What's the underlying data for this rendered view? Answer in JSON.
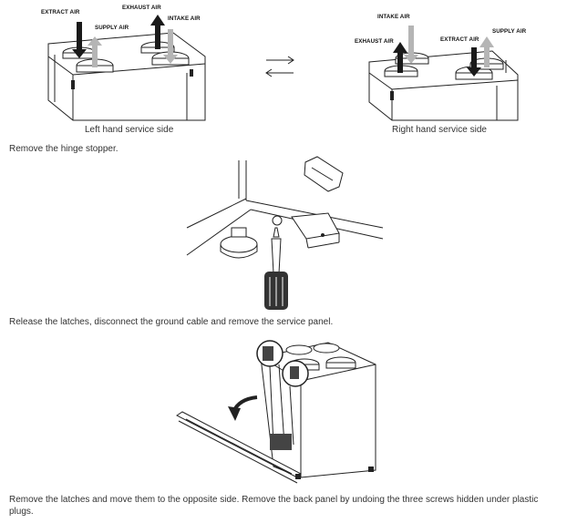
{
  "figure1": {
    "left": {
      "labels": {
        "extract_air": "EXTRACT AIR",
        "exhaust_air": "EXHAUST AIR",
        "supply_air": "SUPPLY AIR",
        "intake_air": "INTAKE AIR"
      },
      "caption": "Left hand service side"
    },
    "right": {
      "labels": {
        "intake_air": "INTAKE AIR",
        "exhaust_air": "EXHAUST AIR",
        "extract_air": "EXTRACT AIR",
        "supply_air": "SUPPLY AIR"
      },
      "caption": "Right hand service side"
    },
    "swap_icon": "swap-arrows-icon"
  },
  "steps": [
    {
      "text": "Remove the hinge stopper."
    },
    {
      "text": "Release the latches, disconnect the ground cable and remove the service panel."
    },
    {
      "text": "Remove the latches and move them to the opposite side. Remove the back panel by undoing the three screws hidden under plastic plugs."
    }
  ],
  "colors": {
    "dark_arrow": "#1a1a1a",
    "light_arrow": "#b5b5b5",
    "line": "#222222"
  }
}
